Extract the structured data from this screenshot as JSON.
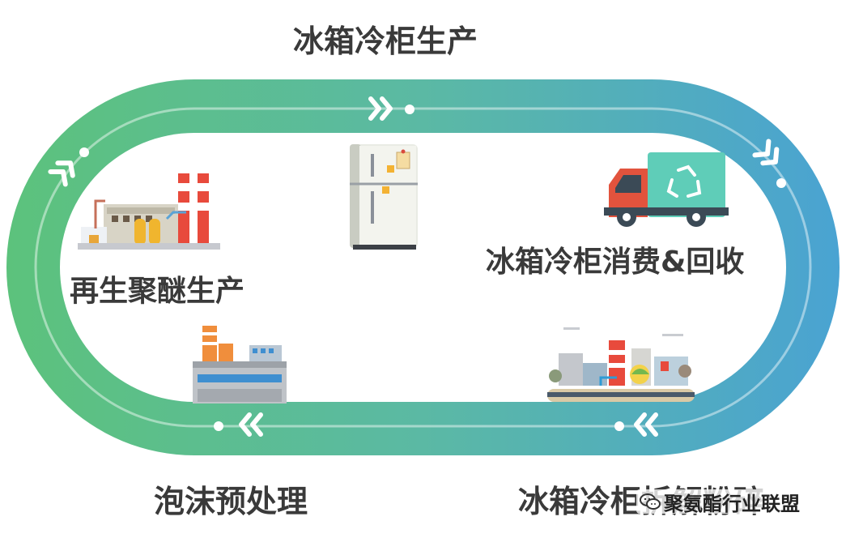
{
  "labels": {
    "top": "冰箱冷柜生产",
    "right": "冰箱冷柜消费&回收",
    "left": "再生聚醚生产",
    "bottom_left": "泡沫预处理",
    "bottom_right": "冰箱冷柜拆解粉碎"
  },
  "watermark": {
    "text": "聚氨酯行业联盟",
    "icon": "wechat-icon"
  },
  "colors": {
    "green": "#57c07a",
    "teal": "#5ab5a8",
    "blue": "#4ba3cf",
    "text": "#3a3a3a"
  },
  "icons": [
    "factory-icon",
    "refrigerator-icon",
    "recycling-truck-icon",
    "plant-icon",
    "industrial-park-icon",
    "chevron-arrow-icon"
  ]
}
